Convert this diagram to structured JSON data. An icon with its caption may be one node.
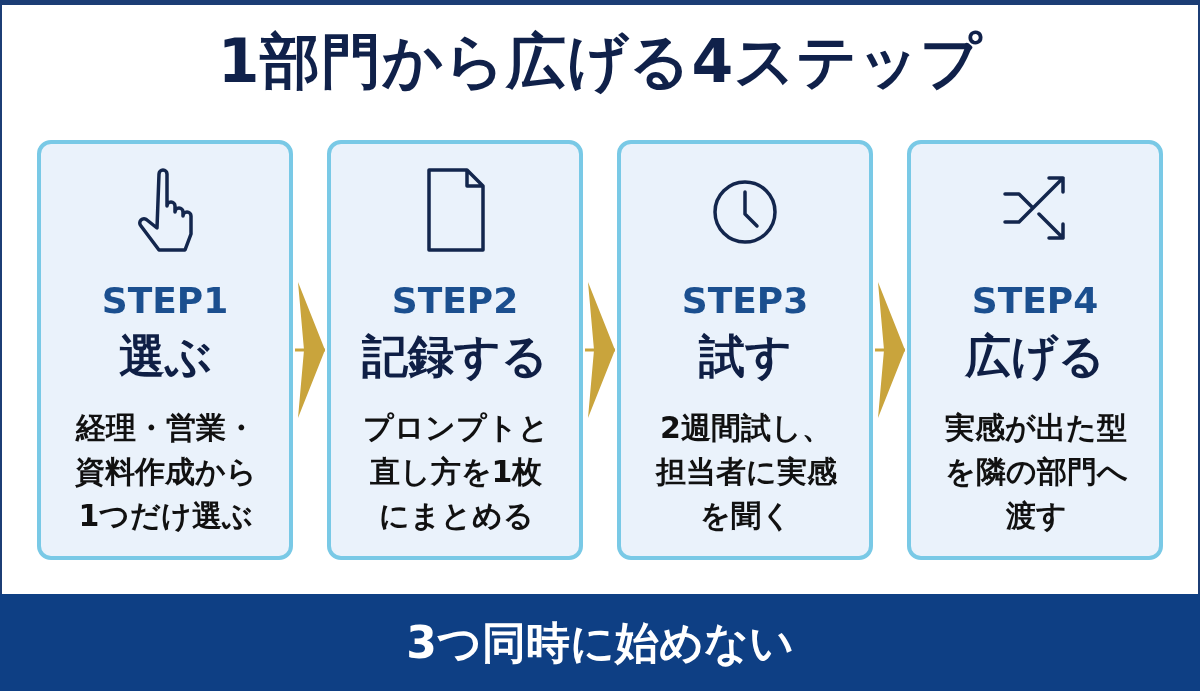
{
  "diagram": {
    "title": "1部門から広げる4ステップ",
    "nodes": [
      {
        "text": [
          "STEP1",
          "選ぶ",
          "経理・営業・資料作成から1つだけ選ぶ"
        ]
      },
      {
        "text": [
          "STEP2",
          "記録する",
          "プロンプトと直し方を1枚にまとめる"
        ]
      },
      {
        "text": [
          "STEP3",
          "試す",
          "2週間試し、担当者に実感を聞く"
        ]
      },
      {
        "text": [
          "STEP4",
          "広げる",
          "実感が出た型を隣の部門へ渡す"
        ]
      },
      {
        "text": [
          "3つ同時に始めない"
        ]
      }
    ],
    "edges": [
      {
        "from": 0,
        "to": 1,
        "arrow": "to"
      },
      {
        "from": 1,
        "to": 2,
        "arrow": "to"
      },
      {
        "from": 2,
        "to": 3,
        "arrow": "to"
      }
    ]
  }
}
